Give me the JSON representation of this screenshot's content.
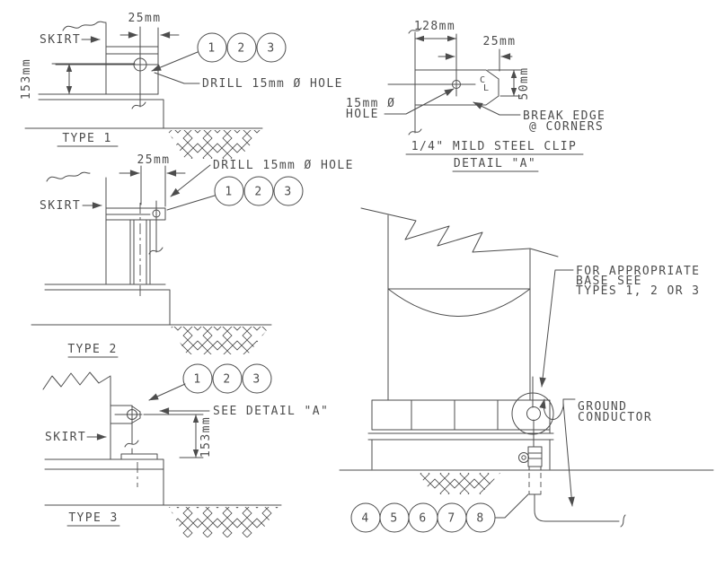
{
  "drawing": {
    "line_color": "#4d4d4d",
    "background_color": "#ffffff"
  },
  "type1": {
    "title": "TYPE 1",
    "skirt_label": "SKIRT",
    "dim_25": "25mm",
    "dim_153": "153mm",
    "drill_note": "DRILL 15mm Ø HOLE",
    "balloons": [
      "1",
      "2",
      "3"
    ]
  },
  "type2": {
    "title": "TYPE 2",
    "skirt_label": "SKIRT",
    "dim_25": "25mm",
    "drill_note": "DRILL 15mm Ø HOLE",
    "balloons": [
      "1",
      "2",
      "3"
    ]
  },
  "type3": {
    "title": "TYPE 3",
    "skirt_label": "SKIRT",
    "dim_153": "153mm",
    "see_detail_note": "SEE DETAIL \"A\"",
    "balloons": [
      "1",
      "2",
      "3"
    ]
  },
  "detail_a": {
    "title_line1": "1/4\" MILD STEEL CLIP",
    "title_line2": "DETAIL \"A\"",
    "dim_128": "128mm",
    "dim_25": "25mm",
    "dim_50": "50mm",
    "hole_note_line1": "15mm Ø",
    "hole_note_line2": "HOLE",
    "break_edge_line1": "BREAK EDGE",
    "break_edge_line2": "@ CORNERS",
    "centerline_c": "C",
    "centerline_l": "L"
  },
  "elevation": {
    "base_note_line1": "FOR APPROPRIATE",
    "base_note_line2": "BASE SEE",
    "base_note_line3": "TYPES 1, 2 OR 3",
    "ground_label_line1": "GROUND",
    "ground_label_line2": "CONDUCTOR",
    "balloons": [
      "4",
      "5",
      "6",
      "7",
      "8"
    ]
  }
}
